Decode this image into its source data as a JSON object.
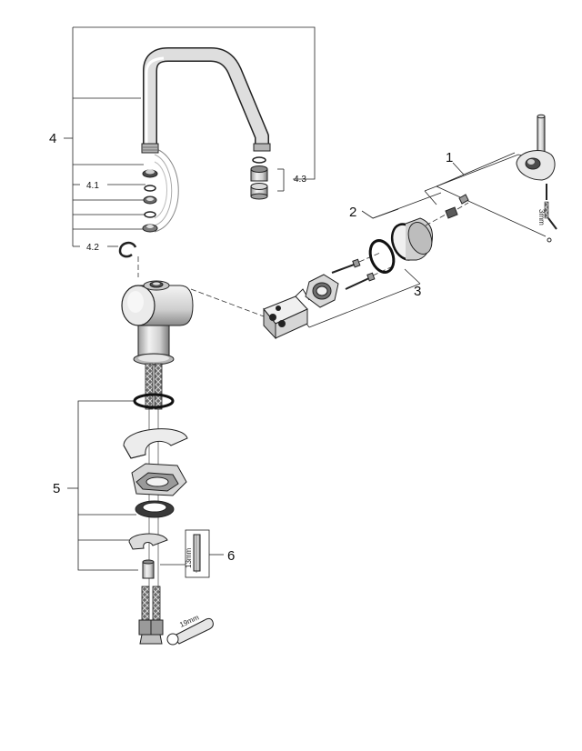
{
  "labels": {
    "part_1": "1",
    "part_2": "2",
    "part_3": "3",
    "part_4": "4",
    "part_4_1": "4.1",
    "part_4_2": "4.2",
    "part_4_3": "4.3",
    "part_5": "5",
    "part_6": "6"
  },
  "dimensions": {
    "hex_key": "3mm",
    "nut_height": "13mm",
    "wrench": "19mm"
  },
  "colors": {
    "line": "#222222",
    "metal_light": "#e8e8e8",
    "metal_mid": "#bdbdbd",
    "metal_dark": "#5a5a5a"
  }
}
